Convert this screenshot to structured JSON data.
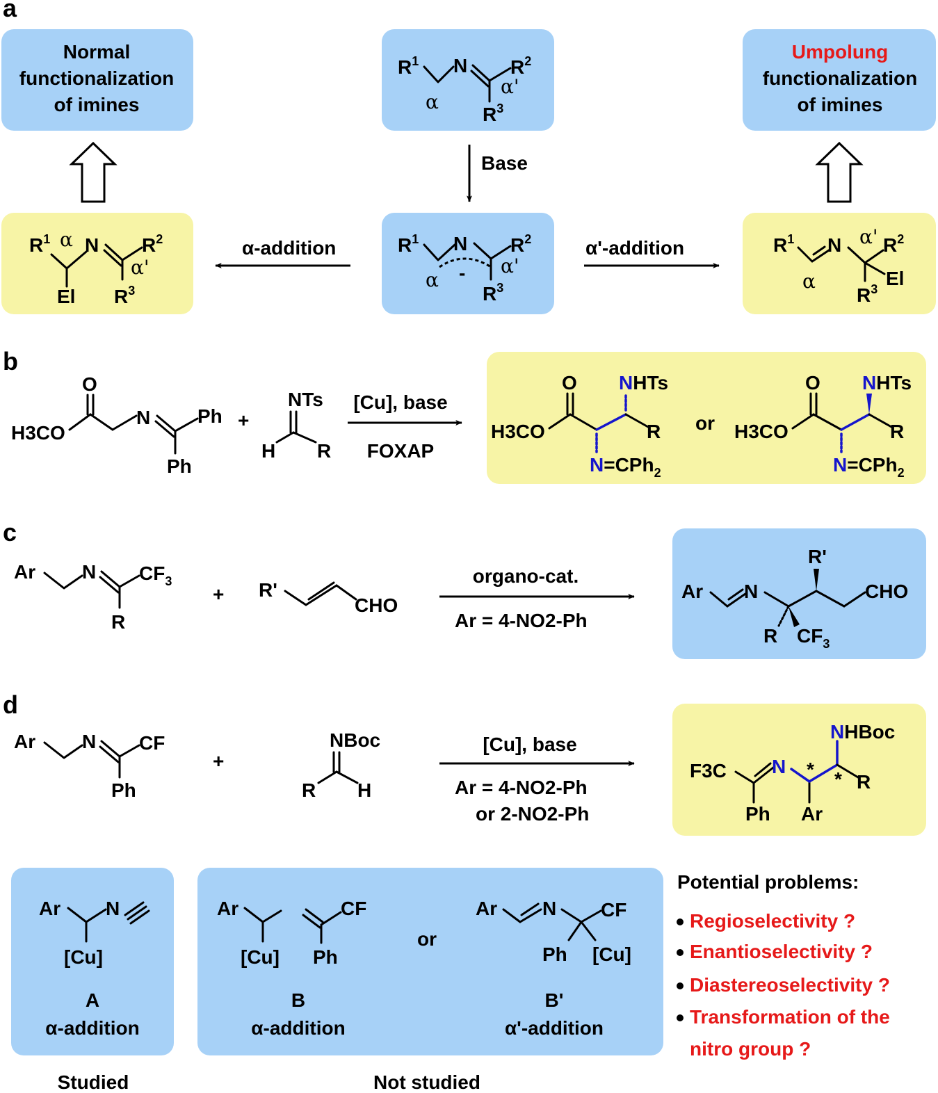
{
  "panels": {
    "a": "a",
    "b": "b",
    "c": "c",
    "d": "d"
  },
  "a": {
    "normal_box": [
      "Normal",
      "functionalization",
      "of imines"
    ],
    "umpolung_box": {
      "word": "Umpolung",
      "rest": [
        "functionalization",
        "of imines"
      ]
    },
    "base_label": "Base",
    "alpha_addition": "α-addition",
    "alpha_prime_addition": "α'-addition",
    "greek_alpha": "α",
    "greek_alpha_prime": "α'",
    "R1": "R",
    "R2": "R",
    "R3": "R",
    "sup1": "1",
    "sup2": "2",
    "sup3": "3",
    "N": "N",
    "El": "El",
    "minus": "-"
  },
  "b": {
    "O": "O",
    "H3CO": "H3CO",
    "N": "N",
    "Ph": "Ph",
    "plus": "+",
    "NTs": "NTs",
    "H": "H",
    "R": "R",
    "conditions_top": "[Cu], base",
    "conditions_bottom": "FOXAP",
    "NHTs_N": "N",
    "NHTs_rest": "HTs",
    "NCPh2_N": "N",
    "NCPh2_rest": "=CPh",
    "sub2": "2",
    "or": "or"
  },
  "c": {
    "Ar": "Ar",
    "N": "N",
    "CF3": "CF",
    "R": "R",
    "plus": "+",
    "R_prime": "R'",
    "CHO": "CHO",
    "conditions_top": "organo-cat.",
    "conditions_bottom": "Ar = 4-NO2-Ph",
    "sub3": "3"
  },
  "d": {
    "Ar": "Ar",
    "N": "N",
    "CF3": "CF",
    "Ph": "Ph",
    "plus": "+",
    "NBoc": "NBoc",
    "R": "R",
    "H": "H",
    "conditions_top": "[Cu], base",
    "conditions_mid": "Ar = 4-NO2-Ph",
    "conditions_bot": "or 2-NO2-Ph",
    "F3C": "F3C",
    "NHBoc_N": "N",
    "NHBoc_rest": "HBoc",
    "star": "*"
  },
  "intermediates": {
    "A": {
      "letter": "A",
      "type": "α-addition",
      "caption": "Studied"
    },
    "B": {
      "letter": "B",
      "type": "α-addition"
    },
    "B_prime": {
      "letter": "B'",
      "type": "α'-addition"
    },
    "or": "or",
    "not_studied": "Not studied",
    "Cu": "[Cu]"
  },
  "problems": {
    "title": "Potential problems:",
    "items": [
      "Regioselectivity ?",
      "Enantioselectivity ?",
      "Diastereoselectivity ?",
      "Transformation of the",
      "nitro group ?"
    ]
  },
  "colors": {
    "blue_box": "#a7d1f7",
    "yellow_box": "#f7f4a6",
    "red": "#e61919",
    "blue_text": "#1515cc"
  }
}
